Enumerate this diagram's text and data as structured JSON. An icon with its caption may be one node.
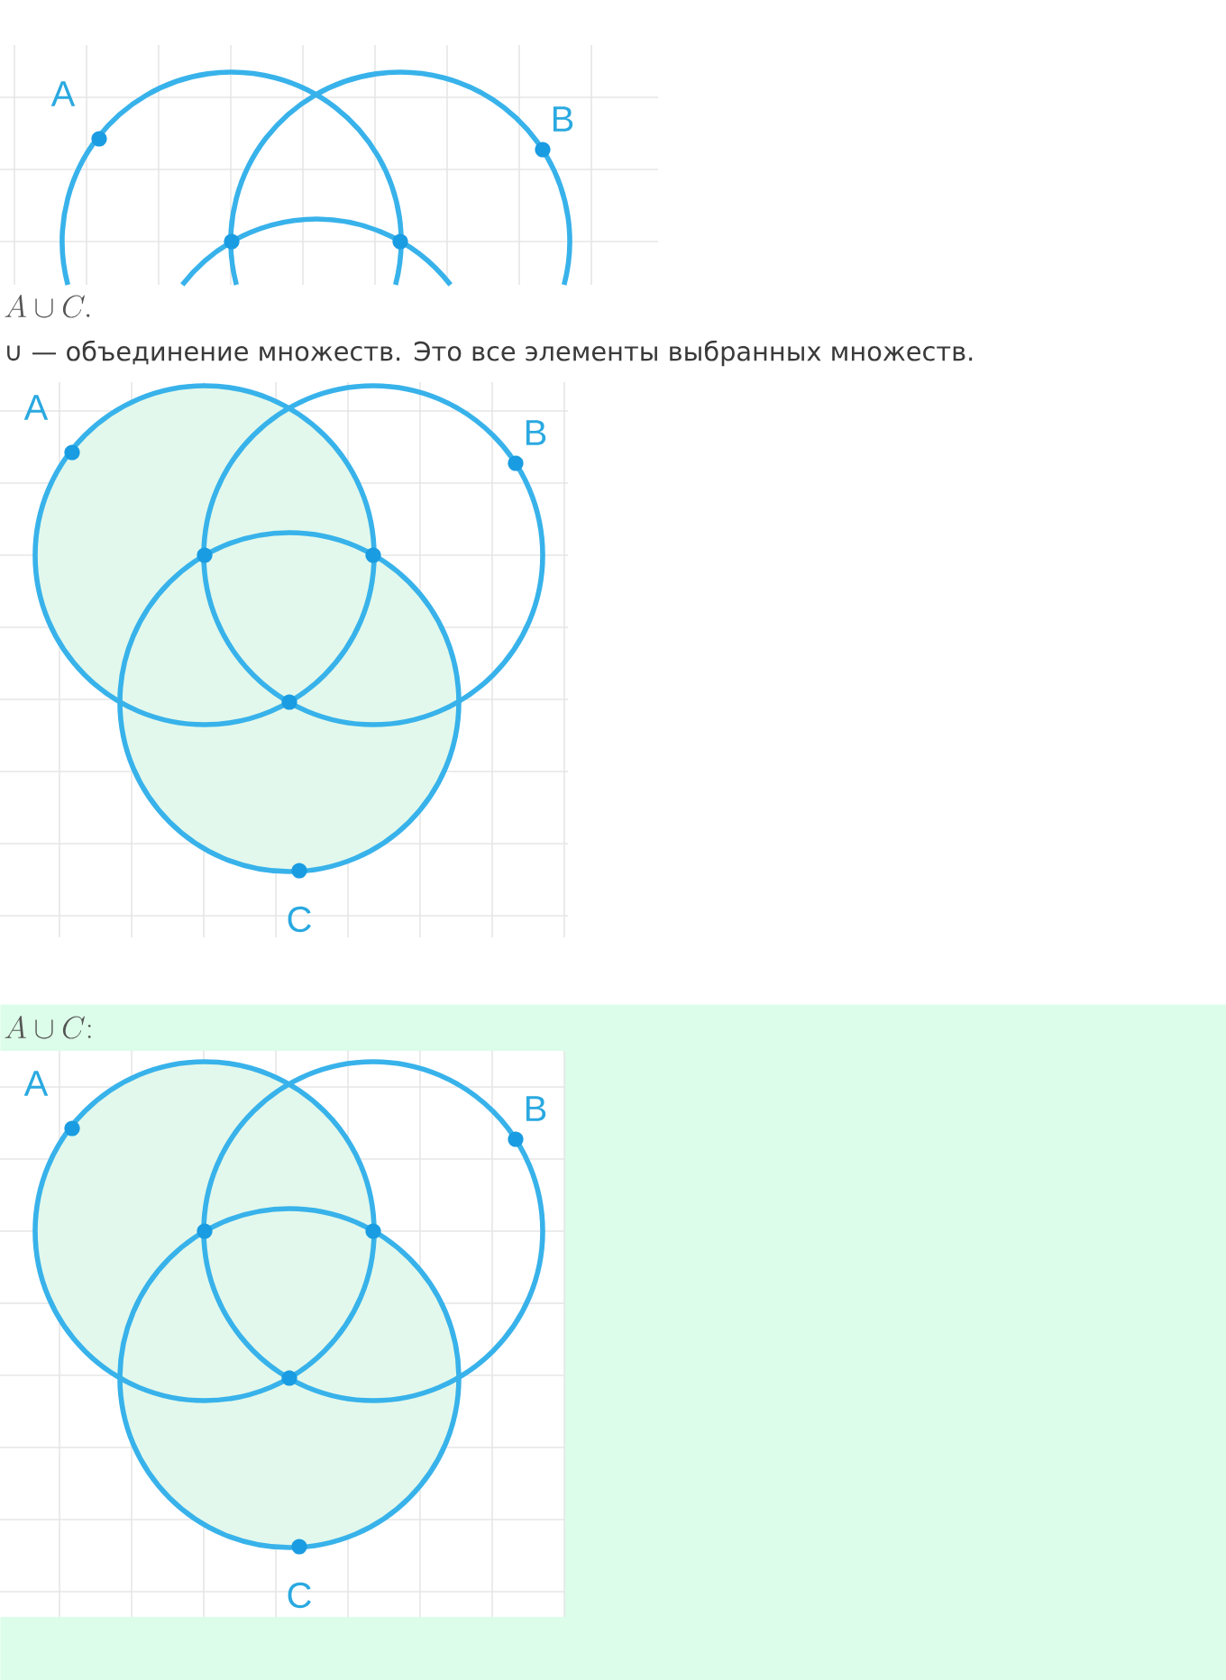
{
  "diagram": {
    "nodes": [
      {
        "text": [
          "A"
        ]
      },
      {
        "text": [
          "B"
        ]
      },
      {
        "text": [],
        "shape": "circle"
      },
      {
        "text": [
          "A"
        ]
      },
      {
        "text": [
          "B"
        ]
      },
      {
        "text": [
          "C"
        ]
      },
      {
        "text": [
          "A \\cup C{:}"
        ]
      },
      {
        "text": [
          "A"
        ],
        "in": 6
      },
      {
        "text": [
          "B"
        ],
        "in": 6
      },
      {
        "text": [
          "C"
        ],
        "in": 6
      }
    ],
    "labels": [
      "A \\cup C.",
      "∪ — объединение множеств. Это все элементы выбранных множеств."
    ]
  }
}
